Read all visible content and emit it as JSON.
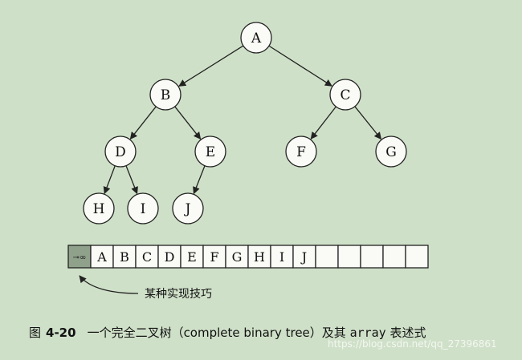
{
  "tree": {
    "nodes": [
      {
        "id": "A",
        "label": "A",
        "parent": null
      },
      {
        "id": "B",
        "label": "B",
        "parent": "A"
      },
      {
        "id": "C",
        "label": "C",
        "parent": "A"
      },
      {
        "id": "D",
        "label": "D",
        "parent": "B"
      },
      {
        "id": "E",
        "label": "E",
        "parent": "B"
      },
      {
        "id": "F",
        "label": "F",
        "parent": "C"
      },
      {
        "id": "G",
        "label": "G",
        "parent": "C"
      },
      {
        "id": "H",
        "label": "H",
        "parent": "D"
      },
      {
        "id": "I",
        "label": "I",
        "parent": "D"
      },
      {
        "id": "J",
        "label": "J",
        "parent": "E"
      }
    ]
  },
  "array": {
    "cells": [
      "",
      "A",
      "B",
      "C",
      "D",
      "E",
      "F",
      "G",
      "H",
      "I",
      "J",
      "",
      "",
      "",
      "",
      ""
    ],
    "sentinel_glyph": "⊸∞"
  },
  "annotation": "某种实现技巧",
  "caption": {
    "label": "图",
    "number": "4-20",
    "text_before": "一个完全二叉树（complete binary tree）及其",
    "code": "array",
    "text_after": "表述式"
  },
  "watermark": "https://blog.csdn.net/qq_27396861"
}
